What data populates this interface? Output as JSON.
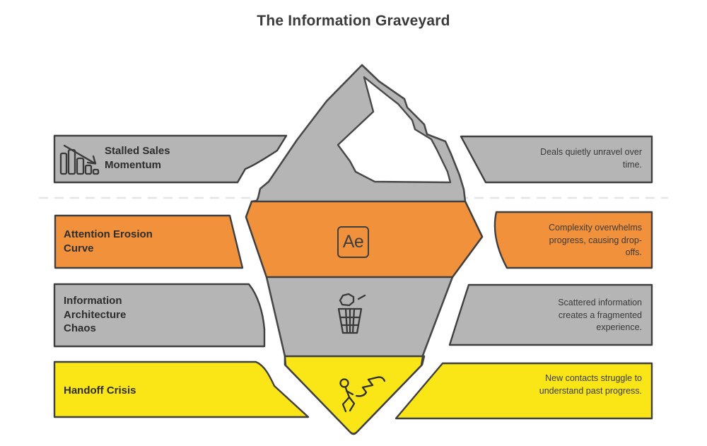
{
  "title": "The Information Graveyard",
  "ae_badge": "Ae",
  "colors": {
    "gray": "#b5b5b5",
    "orange": "#f2913c",
    "yellow": "#fae617",
    "outline": "#3f3f3f",
    "heading_text": "#3b3b3b",
    "label_text": "#2d2d2d",
    "description_text": "#3a3a3a",
    "waterline": "#e4e4e4"
  },
  "layers": [
    {
      "label": "Stalled Sales Momentum",
      "description": "Deals quietly unravel over time.",
      "icon": "declining-chart-icon",
      "color": "#b5b5b5"
    },
    {
      "label": "Attention Erosion Curve",
      "description": "Complexity overwhelms progress, causing drop-offs.",
      "icon": "ae-app-icon",
      "color": "#f2913c"
    },
    {
      "label": "Information Architecture Chaos",
      "description": "Scattered information creates a fragmented experience.",
      "icon": "trash-icon",
      "color": "#b5b5b5"
    },
    {
      "label": "Handoff Crisis",
      "description": "New contacts struggle to understand past progress.",
      "icon": "walking-person-icon",
      "color": "#fae617"
    }
  ]
}
